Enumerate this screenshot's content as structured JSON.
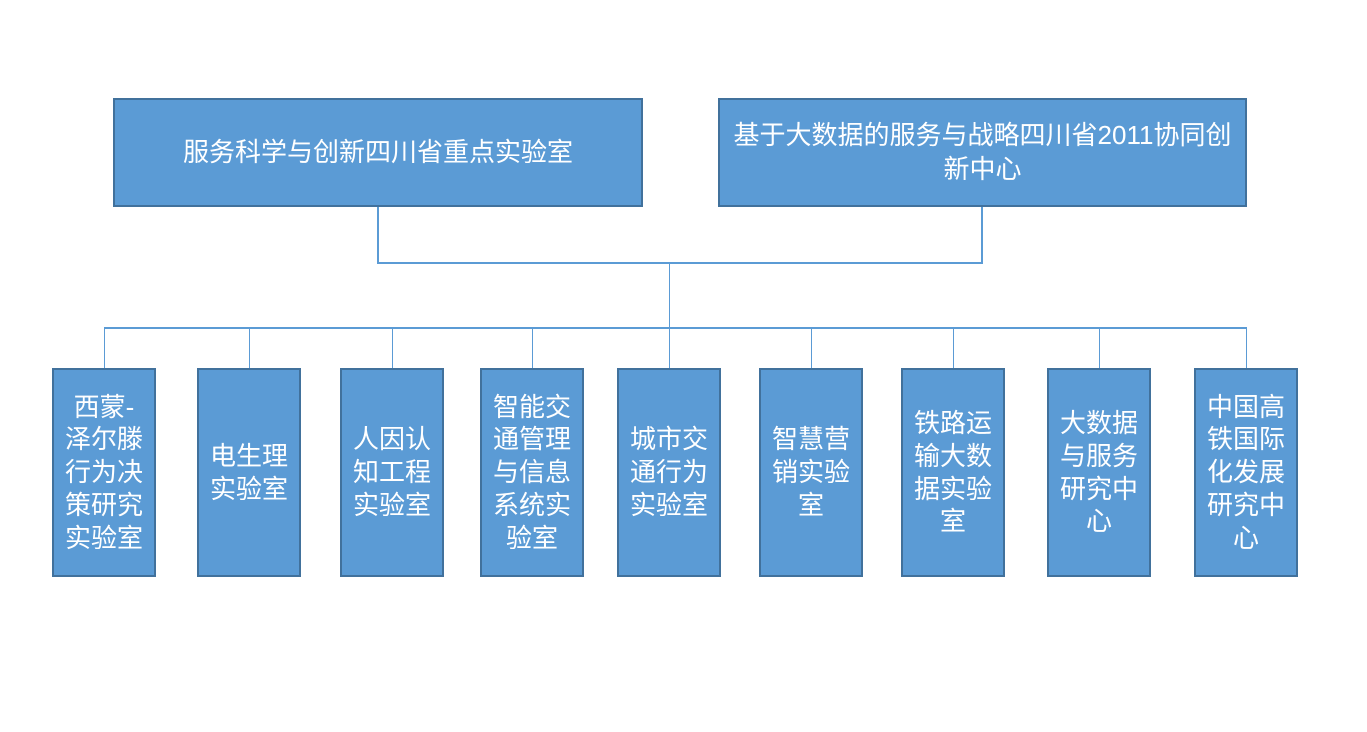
{
  "diagram": {
    "title": "research-organization-chart",
    "parents": [
      {
        "label": "服务科学与创新四川省重点实验室"
      },
      {
        "label": "基于大数据的服务与战略四川省2011协同创新中心"
      }
    ],
    "children": [
      {
        "label": "西蒙-泽尔滕行为决策研究实验室"
      },
      {
        "label": "电生理实验室"
      },
      {
        "label": "人因认知工程实验室"
      },
      {
        "label": "智能交通管理与信息系统实验室"
      },
      {
        "label": "城市交通行为实验室"
      },
      {
        "label": "智慧营销实验室"
      },
      {
        "label": "铁路运输大数据实验室"
      },
      {
        "label": "大数据与服务研究中心"
      },
      {
        "label": "中国高铁国际化发展研究中心"
      }
    ],
    "colors": {
      "box_fill": "#5B9BD5",
      "box_border": "#41719C",
      "connector": "#5B9BD5",
      "text": "#FFFFFF",
      "background": "#FFFFFF"
    }
  }
}
